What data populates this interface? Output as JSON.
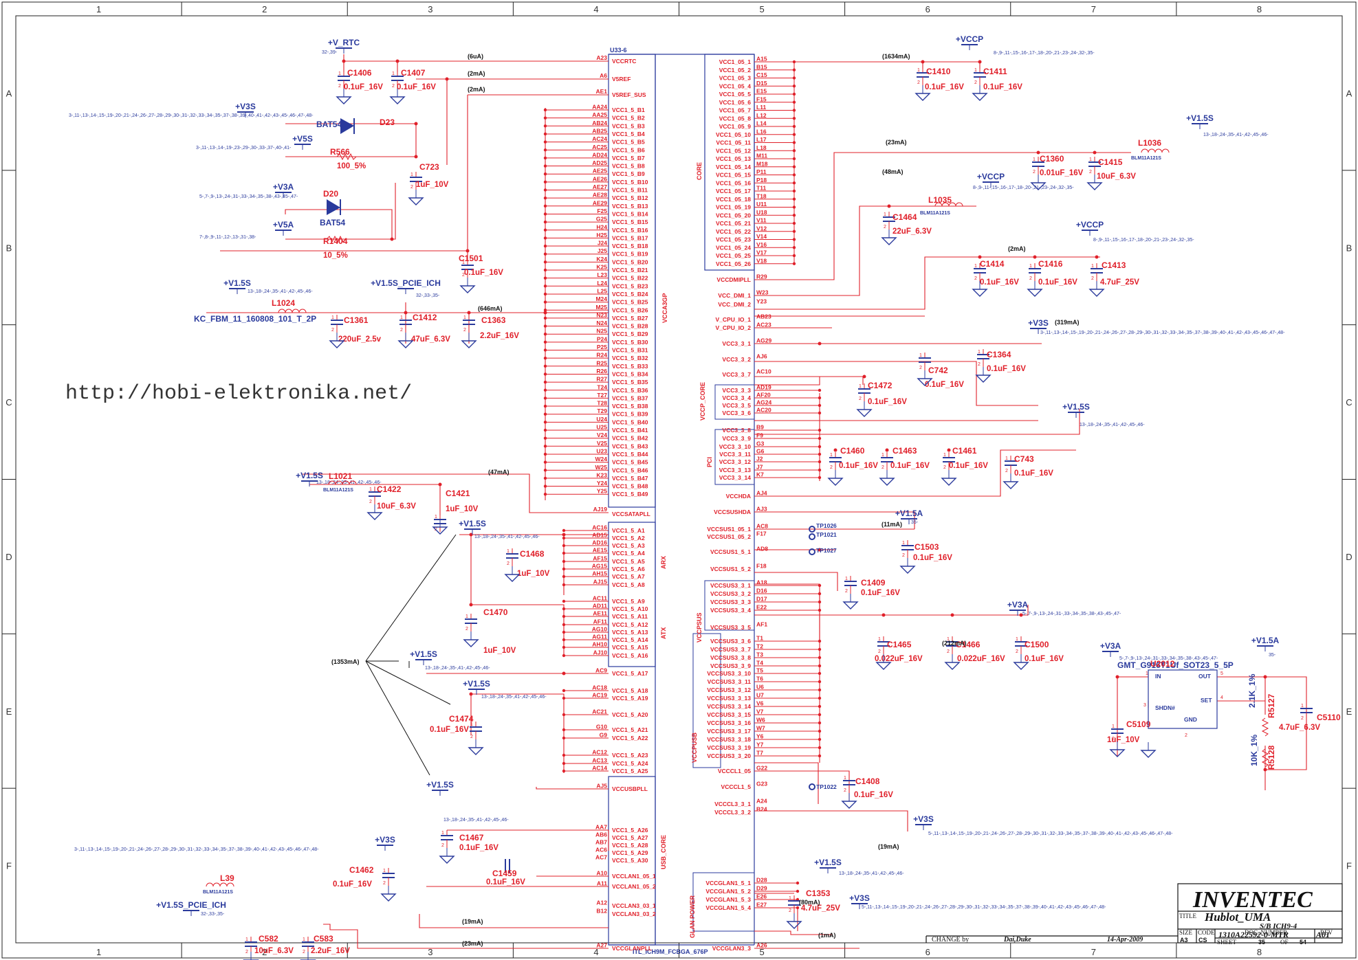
{
  "frame": {
    "cols": [
      "1",
      "2",
      "3",
      "4",
      "5",
      "6",
      "7",
      "8"
    ],
    "rows": [
      "A",
      "B",
      "C",
      "D",
      "E",
      "F"
    ],
    "watermark": "http://hobi-elektronika.net/"
  },
  "ic": {
    "ref": "U33-6",
    "part": "ITL_ICH9M_FCBGA_676P",
    "groups": {
      "vcca3gp": "VCCA3GP",
      "core": "CORE",
      "vccp_core": "VCCP_CORE",
      "pci": "PCI",
      "arx": "ARX",
      "atx": "ATX",
      "usb_core": "USB_CORE",
      "vccpsus": "VCCPSUS",
      "vccpusb": "VCCPUSB",
      "glan_power": "GLAN POWER"
    },
    "left_top": [
      {
        "ball": "A23",
        "name": "VCCRTC"
      },
      {
        "ball": "A6",
        "name": "V5REF"
      },
      {
        "ball": "AE1",
        "name": "V5REF_SUS"
      }
    ],
    "vcc15b_balls": [
      "AA24",
      "AA25",
      "AB24",
      "AB25",
      "AC24",
      "AC25",
      "AD24",
      "AD25",
      "AE25",
      "AE26",
      "AE27",
      "AE28",
      "AE29",
      "F25",
      "G25",
      "H24",
      "H25",
      "J24",
      "J25",
      "K24",
      "K25",
      "L23",
      "L24",
      "L25",
      "M24",
      "M25",
      "N23",
      "N24",
      "N25",
      "P24",
      "P25",
      "R24",
      "R25",
      "R26",
      "R27",
      "T24",
      "T27",
      "T28",
      "T29",
      "U24",
      "U25",
      "V24",
      "V25",
      "U23",
      "W24",
      "W25",
      "K23",
      "Y24",
      "Y25"
    ],
    "vcc15b_prefix": "VCC1_5_B",
    "left_mid": [
      {
        "ball": "AJ19",
        "name": "VCCSATAPLL"
      }
    ],
    "vcc15a_balls": [
      "AC16",
      "AD15",
      "AD16",
      "AE15",
      "AF15",
      "AG15",
      "AH15",
      "AJ15",
      "AC11",
      "AD11",
      "AE11",
      "AF11",
      "AG10",
      "AG11",
      "AH10",
      "AJ10",
      "AC9",
      "AC18",
      "AC19",
      "AC21",
      "G10",
      "G9",
      "AC12",
      "AC13",
      "AC14"
    ],
    "vcc15a_names": [
      "VCC1_5_A1",
      "VCC1_5_A2",
      "VCC1_5_A3",
      "VCC1_5_A4",
      "VCC1_5_A5",
      "VCC1_5_A6",
      "VCC1_5_A7",
      "VCC1_5_A8",
      "VCC1_5_A9",
      "VCC1_5_A10",
      "VCC1_5_A11",
      "VCC1_5_A12",
      "VCC1_5_A13",
      "VCC1_5_A14",
      "VCC1_5_A15",
      "VCC1_5_A16",
      "VCC1_5_A17",
      "VCC1_5_A18",
      "VCC1_5_A19",
      "VCC1_5_A20",
      "VCC1_5_A21",
      "VCC1_5_A22",
      "VCC1_5_A23",
      "VCC1_5_A24",
      "VCC1_5_A25"
    ],
    "left_bottom": [
      {
        "ball": "AJ5",
        "name": "VCCUSBPLL"
      },
      {
        "ball": "AA7",
        "name": "VCC1_5_A26"
      },
      {
        "ball": "AB6",
        "name": "VCC1_5_A27"
      },
      {
        "ball": "AB7",
        "name": "VCC1_5_A28"
      },
      {
        "ball": "AC6",
        "name": "VCC1_5_A29"
      },
      {
        "ball": "AC7",
        "name": "VCC1_5_A30"
      },
      {
        "ball": "A10",
        "name": "VCCLAN1_05_1"
      },
      {
        "ball": "A11",
        "name": "VCCLAN1_05_2"
      },
      {
        "ball": "A12",
        "name": "VCCLAN3_03_1"
      },
      {
        "ball": "B12",
        "name": "VCCLAN3_03_2"
      },
      {
        "ball": "A27",
        "name": "VCCGLANPLL"
      }
    ],
    "vcc105_balls": [
      "A15",
      "B15",
      "C15",
      "D15",
      "E15",
      "F15",
      "L11",
      "L12",
      "L14",
      "L16",
      "L17",
      "L18",
      "M11",
      "M18",
      "P11",
      "P18",
      "T11",
      "T18",
      "U11",
      "U18",
      "V11",
      "V12",
      "V14",
      "V16",
      "V17",
      "V18"
    ],
    "vcc105_prefix": "VCC1_05_",
    "right_pins": [
      {
        "ball": "R29",
        "name": "VCCDMIPLL"
      },
      {
        "ball": "W23",
        "name": "VCC_DMI_1"
      },
      {
        "ball": "Y23",
        "name": "VCC_DMI_2"
      },
      {
        "ball": "AB23",
        "name": "V_CPU_IO_1"
      },
      {
        "ball": "AC23",
        "name": "V_CPU_IO_2"
      },
      {
        "ball": "AG29",
        "name": "VCC3_3_1"
      },
      {
        "ball": "AJ6",
        "name": "VCC3_3_2"
      },
      {
        "ball": "AC10",
        "name": "VCC3_3_7"
      },
      {
        "ball": "AD19",
        "name": "VCC3_3_3"
      },
      {
        "ball": "AF20",
        "name": "VCC3_3_4"
      },
      {
        "ball": "AG24",
        "name": "VCC3_3_5"
      },
      {
        "ball": "AC20",
        "name": "VCC3_3_6"
      },
      {
        "ball": "B9",
        "name": "VCC3_3_8"
      },
      {
        "ball": "F9",
        "name": "VCC3_3_9"
      },
      {
        "ball": "G3",
        "name": "VCC3_3_10"
      },
      {
        "ball": "G6",
        "name": "VCC3_3_11"
      },
      {
        "ball": "J2",
        "name": "VCC3_3_12"
      },
      {
        "ball": "J7",
        "name": "VCC3_3_13"
      },
      {
        "ball": "K7",
        "name": "VCC3_3_14"
      },
      {
        "ball": "AJ4",
        "name": "VCCHDA"
      },
      {
        "ball": "AJ3",
        "name": "VCCSUSHDA"
      },
      {
        "ball": "AC8",
        "name": "VCCSUS1_05_1"
      },
      {
        "ball": "F17",
        "name": "VCCSUS1_05_2"
      },
      {
        "ball": "AD8",
        "name": "VCCSUS1_5_1"
      },
      {
        "ball": "F18",
        "name": "VCCSUS1_5_2"
      },
      {
        "ball": "A18",
        "name": "VCCSUS3_3_1"
      },
      {
        "ball": "D16",
        "name": "VCCSUS3_3_2"
      },
      {
        "ball": "D17",
        "name": "VCCSUS3_3_3"
      },
      {
        "ball": "E22",
        "name": "VCCSUS3_3_4"
      },
      {
        "ball": "AF1",
        "name": "VCCSUS3_3_5"
      },
      {
        "ball": "T1",
        "name": "VCCSUS3_3_6"
      },
      {
        "ball": "T2",
        "name": "VCCSUS3_3_7"
      },
      {
        "ball": "T3",
        "name": "VCCSUS3_3_8"
      },
      {
        "ball": "T4",
        "name": "VCCSUS3_3_9"
      },
      {
        "ball": "T5",
        "name": "VCCSUS3_3_10"
      },
      {
        "ball": "T6",
        "name": "VCCSUS3_3_11"
      },
      {
        "ball": "U6",
        "name": "VCCSUS3_3_12"
      },
      {
        "ball": "U7",
        "name": "VCCSUS3_3_13"
      },
      {
        "ball": "V6",
        "name": "VCCSUS3_3_14"
      },
      {
        "ball": "V7",
        "name": "VCCSUS3_3_15"
      },
      {
        "ball": "W6",
        "name": "VCCSUS3_3_16"
      },
      {
        "ball": "W7",
        "name": "VCCSUS3_3_17"
      },
      {
        "ball": "Y6",
        "name": "VCCSUS3_3_18"
      },
      {
        "ball": "Y7",
        "name": "VCCSUS3_3_19"
      },
      {
        "ball": "T7",
        "name": "VCCSUS3_3_20"
      },
      {
        "ball": "G22",
        "name": "VCCCL1_05"
      },
      {
        "ball": "G23",
        "name": "VCCCL1_5"
      },
      {
        "ball": "A24",
        "name": "VCCCL3_3_1"
      },
      {
        "ball": "B24",
        "name": "VCCCL3_3_2"
      },
      {
        "ball": "D28",
        "name": "VCCGLAN1_5_1"
      },
      {
        "ball": "D29",
        "name": "VCCGLAN1_5_2"
      },
      {
        "ball": "E26",
        "name": "VCCGLAN1_5_3"
      },
      {
        "ball": "E27",
        "name": "VCCGLAN1_5_4"
      },
      {
        "ball": "A26",
        "name": "VCCGLAN3_3"
      }
    ]
  },
  "power_nets": {
    "v_rtc": "+V_RTC",
    "v3s": "+V3S",
    "v5s": "+V5S",
    "v3a": "+V3A",
    "v5a": "+V5A",
    "v15s": "+V1.5S",
    "v15s_pcie": "+V1.5S_PCIE_ICH",
    "vccp": "+VCCP",
    "v15a": "+V1.5A"
  },
  "net_refs": {
    "v_rtc": "32-,39-",
    "v3s_long": "3-,11-,13-,14-,15-,19-,20-,21-,24-,26-,27-,28-,29-,30-,31-,32-,33-,34-,35-,37-,38-,39-,40-,41-,42-,43-,45-,46-,47-,48-",
    "v5s": "3-,11-,13-,14-,19-,23-,29-,30-,33-,37-,40-,41-",
    "v3a": "5-,7-,9-,13-,24-,31-,33-,34-,35-,38-,43-,45-,47-",
    "v5a": "7-,8-,9-,11-,12-,13-,31-,38-",
    "v15s": "13-,18-,24-,35-,41-,42-,45-,46-",
    "v15s_pcie": "32-,33-,35-",
    "vccp": "8-,9-,11-,15-,16-,17-,18-,20-,21-,23-,24-,32-,35-",
    "vccp2": "8-,9-,11-,15-,16-,17-,18-,20-,21-,23-,24-,32-,35-",
    "v15a": "35-",
    "v15s_glan": "13-,18-,24-,35-,41-,42-,45-,46-",
    "v3s_f": "5-,11-,13-,14-,15-,19-,20-,21-,24-,26-,27-,28-,29-,30-,31-,32-,33-,34-,35-,37-,38-,39-,40-,41-,42-,43-,45-,46-,47-,48-"
  },
  "currents": {
    "rtc": "(6uA)",
    "v5ref": "(2mA)",
    "v5ref_sus": "(2mA)",
    "vcc15b": "(646mA)",
    "sata": "(47mA)",
    "vcc15a": "(1353mA)",
    "lan33": "(19mA)",
    "glanpll": "(23mA)",
    "vcc105": "(1634mA)",
    "dmipll": "(23mA)",
    "dmi": "(48mA)",
    "cpuio": "(2mA)",
    "v33": "(319mA)",
    "sus105": "(11mA)",
    "sus33": "(212mA)",
    "cl33": "(19mA)",
    "glan15": "(80mA)",
    "glan33": "(1mA)"
  },
  "components": {
    "c1406": {
      "ref": "C1406",
      "val": "0.1uF_16V"
    },
    "c1407": {
      "ref": "C1407",
      "val": "0.1uF_16V"
    },
    "d23": {
      "ref": "D23",
      "val": "BAT54"
    },
    "r566": {
      "ref": "R566",
      "val": "100_5%"
    },
    "c723": {
      "ref": "C723",
      "val": "1uF_10V"
    },
    "d20": {
      "ref": "D20",
      "val": "BAT54"
    },
    "r1404": {
      "ref": "R1404",
      "val": "10_5%"
    },
    "c1501": {
      "ref": "C1501",
      "val": "0.1uF_16V"
    },
    "l1024": {
      "ref": "L1024",
      "val": "KC_FBM_11_160808_101_T_2P"
    },
    "c1361": {
      "ref": "C1361",
      "val": "220uF_2.5v"
    },
    "c1412": {
      "ref": "C1412",
      "val": "47uF_6.3V"
    },
    "c1363": {
      "ref": "C1363",
      "val": "2.2uF_16V"
    },
    "l1021": {
      "ref": "L1021",
      "val": "BLM11A121S"
    },
    "c1422": {
      "ref": "C1422",
      "val": "10uF_6.3V"
    },
    "c1421": {
      "ref": "C1421",
      "val": "1uF_10V"
    },
    "c1468": {
      "ref": "C1468",
      "val": "1uF_10V"
    },
    "c1470": {
      "ref": "C1470",
      "val": "1uF_10V"
    },
    "c1474": {
      "ref": "C1474",
      "val": "0.1uF_16V"
    },
    "c1467": {
      "ref": "C1467",
      "val": "0.1uF_16V"
    },
    "c1459": {
      "ref": "C1459",
      "val": "0.1uF_16V"
    },
    "c1462": {
      "ref": "C1462",
      "val": "0.1uF_16V"
    },
    "l39": {
      "ref": "L39",
      "val": "BLM11A121S"
    },
    "c582": {
      "ref": "C582",
      "val": "10uF_6.3V"
    },
    "c583": {
      "ref": "C583",
      "val": "2.2uF_16V"
    },
    "c1410": {
      "ref": "C1410",
      "val": "0.1uF_16V"
    },
    "c1411": {
      "ref": "C1411",
      "val": "0.1uF_16V"
    },
    "l1036": {
      "ref": "L1036",
      "val": "BLM11A121S"
    },
    "c1360": {
      "ref": "C1360",
      "val": "0.01uF_16V"
    },
    "c1415": {
      "ref": "C1415",
      "val": "10uF_6.3V"
    },
    "l1035": {
      "ref": "L1035",
      "val": "BLM11A121S"
    },
    "c1464": {
      "ref": "C1464",
      "val": "22uF_6.3V"
    },
    "c1414": {
      "ref": "C1414",
      "val": "0.1uF_16V"
    },
    "c1416": {
      "ref": "C1416",
      "val": "0.1uF_16V"
    },
    "c1413": {
      "ref": "C1413",
      "val": "4.7uF_25V"
    },
    "c1364": {
      "ref": "C1364",
      "val": "0.1uF_16V"
    },
    "c1472": {
      "ref": "C1472",
      "val": "0.1uF_16V"
    },
    "c742": {
      "ref": "C742",
      "val": "0.1uF_16V"
    },
    "c1460": {
      "ref": "C1460",
      "val": "0.1uF_16V"
    },
    "c1463": {
      "ref": "C1463",
      "val": "0.1uF_16V"
    },
    "c1461": {
      "ref": "C1461",
      "val": "0.1uF_16V"
    },
    "c743": {
      "ref": "C743",
      "val": "0.1uF_16V"
    },
    "c1503": {
      "ref": "C1503",
      "val": "0.1uF_16V"
    },
    "c1409": {
      "ref": "C1409",
      "val": "0.1uF_16V"
    },
    "c1465": {
      "ref": "C1465",
      "val": "0.022uF_16V"
    },
    "c1466": {
      "ref": "C1466",
      "val": "0.022uF_16V"
    },
    "c1500": {
      "ref": "C1500",
      "val": "0.1uF_16V"
    },
    "c1408": {
      "ref": "C1408",
      "val": "0.1uF_16V"
    },
    "c1353": {
      "ref": "C1353",
      "val": "4.7uF_25V"
    },
    "c5109": {
      "ref": "C5109",
      "val": "1uF_10V"
    },
    "c5110": {
      "ref": "C5110",
      "val": "4.7uF_6.3V"
    },
    "r5127": {
      "ref": "R5127",
      "val": "2.1K_1%"
    },
    "r5128": {
      "ref": "R5128",
      "val": "10K_1%"
    }
  },
  "testpoints": [
    "TP1026",
    "TP1021",
    "TP1027",
    "TP1022"
  ],
  "regulator": {
    "ref": "U2012",
    "part": "GMT_G916T1Uf_SOT23_5_5P",
    "pins": {
      "in": "IN",
      "out": "OUT",
      "set": "SET",
      "shdn": "SHDN#",
      "gnd": "GND"
    },
    "pin_numbers": {
      "in": "1",
      "out": "5",
      "set": "4",
      "shdn": "3",
      "gnd": "2"
    }
  },
  "title_block": {
    "company": "INVENTEC",
    "title_label": "TITLE",
    "title": "Hublot_UMA",
    "subtitle": "S/B ICH9-4",
    "size_label": "SIZE",
    "code_label": "CODE",
    "doc_label": "DOC. NUMBER",
    "rev_label": "REV",
    "size": "A3",
    "code": "CS",
    "doc_number": "1310A22592-0-MTR",
    "rev": "A01",
    "change_label": "CHANGE by",
    "changed_by": "Dai,Duke",
    "date": "14-Apr-2009",
    "sheet_label": "SHEET",
    "sheet": "35",
    "of_label": "OF",
    "sheets": "54"
  }
}
